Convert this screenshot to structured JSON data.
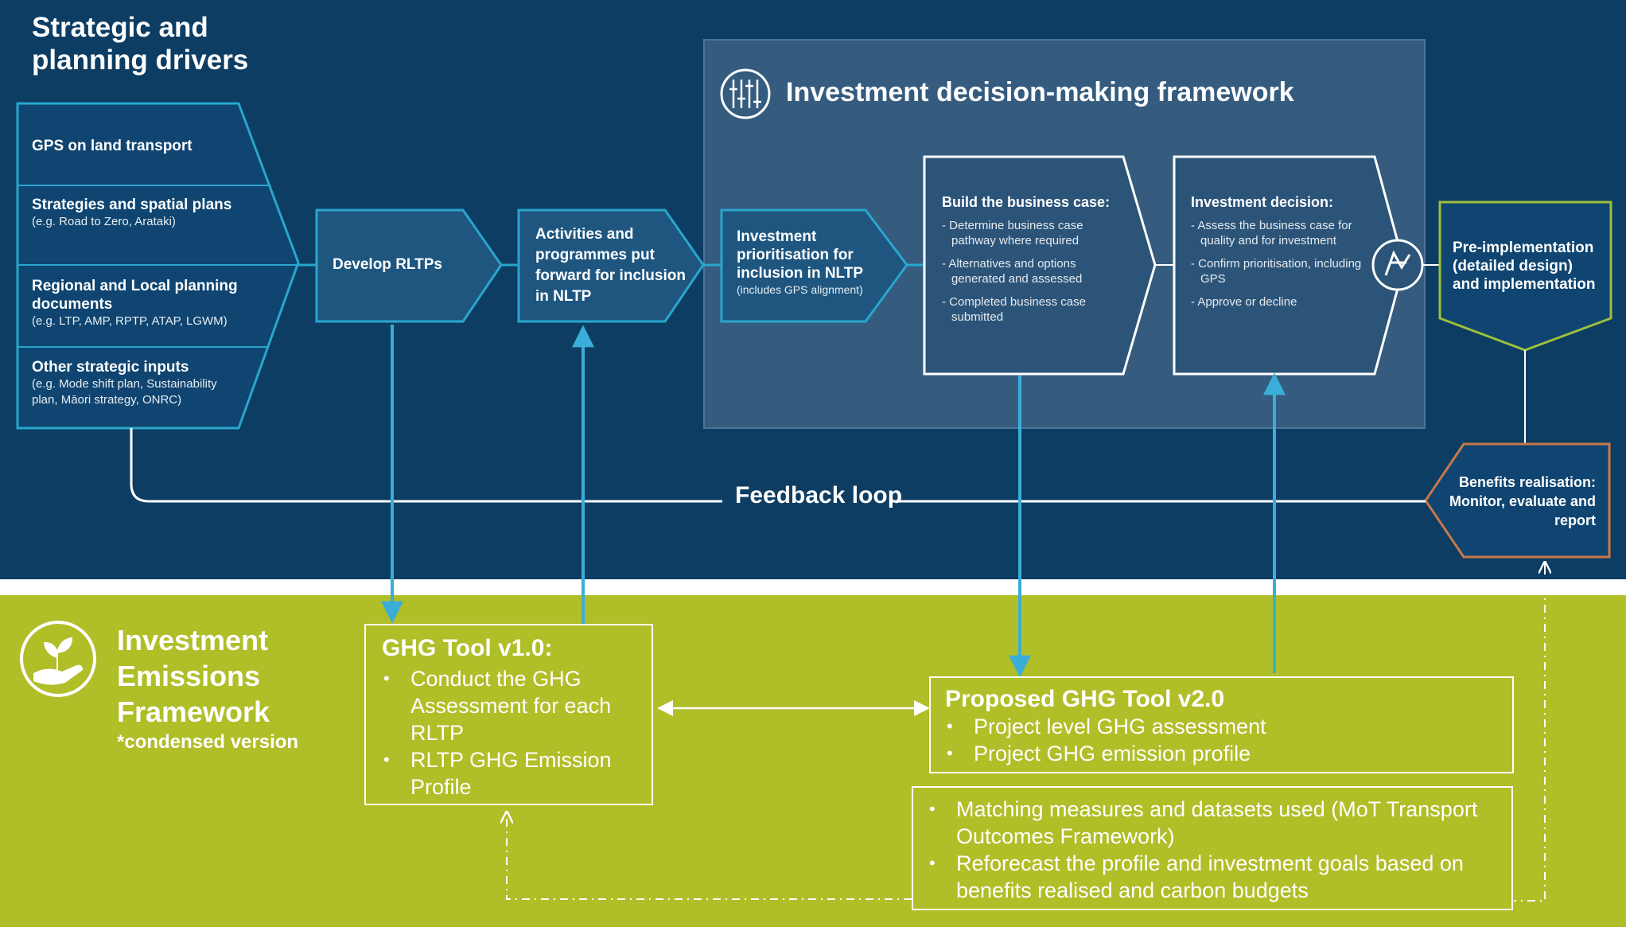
{
  "colors": {
    "top_bg": "#0d3d63",
    "bottom_bg": "#b0be28",
    "outline_cyan": "#29a6cd",
    "framework_panel": "#355c7f",
    "arrow_blue": "#3aaed8",
    "pre_implementation_outline": "#9dbf3c",
    "benefits_outline": "#c9774a"
  },
  "drivers": {
    "title": "Strategic and planning drivers",
    "items": [
      {
        "label": "GPS on land transport",
        "sub": ""
      },
      {
        "label": "Strategies and spatial plans",
        "sub": "(e.g. Road to Zero, Arataki)"
      },
      {
        "label": "Regional and Local planning documents",
        "sub": "(e.g. LTP, AMP, RPTP, ATAP, LGWM)"
      },
      {
        "label": "Other strategic inputs",
        "sub": "(e.g. Mode shift plan, Sustainability plan, Māori strategy, ONRC)"
      }
    ]
  },
  "process": {
    "develop_rltps": "Develop RLTPs",
    "activities": "Activities and programmes put forward for inclusion in NLTP",
    "prioritisation": "Investment prioritisation for inclusion in NLTP",
    "prioritisation_sub": "(includes GPS alignment)"
  },
  "framework": {
    "title": "Investment decision-making framework",
    "icon": "sliders-icon",
    "business_case": {
      "heading": "Build the business case:",
      "items": [
        "Determine business case pathway where required",
        "Alternatives and options generated and assessed",
        "Completed business case submitted"
      ]
    },
    "investment_decision": {
      "heading": "Investment decision:",
      "items": [
        "Assess the business case for quality and for investment",
        "Confirm prioritisation, including GPS",
        "Approve or decline"
      ]
    },
    "decision_icon": "map-route-icon"
  },
  "pre_implementation": "Pre-implementation (detailed design) and implementation",
  "benefits": "Benefits realisation: Monitor, evaluate and report",
  "feedback_loop": "Feedback loop",
  "emissions": {
    "icon": "hand-plant-icon",
    "title": "Investment Emissions Framework",
    "subtitle": "*condensed version"
  },
  "ghg_v1": {
    "title": "GHG Tool v1.0:",
    "items": [
      "Conduct the GHG Assessment for each RLTP",
      "RLTP GHG Emission Profile"
    ]
  },
  "ghg_v2": {
    "title": "Proposed GHG Tool v2.0",
    "items": [
      "Project level GHG assessment",
      "Project GHG emission profile"
    ]
  },
  "measures": {
    "items": [
      "Matching measures and datasets used (MoT Transport Outcomes Framework)",
      "Reforecast the profile and investment goals based on benefits realised and carbon budgets"
    ]
  }
}
